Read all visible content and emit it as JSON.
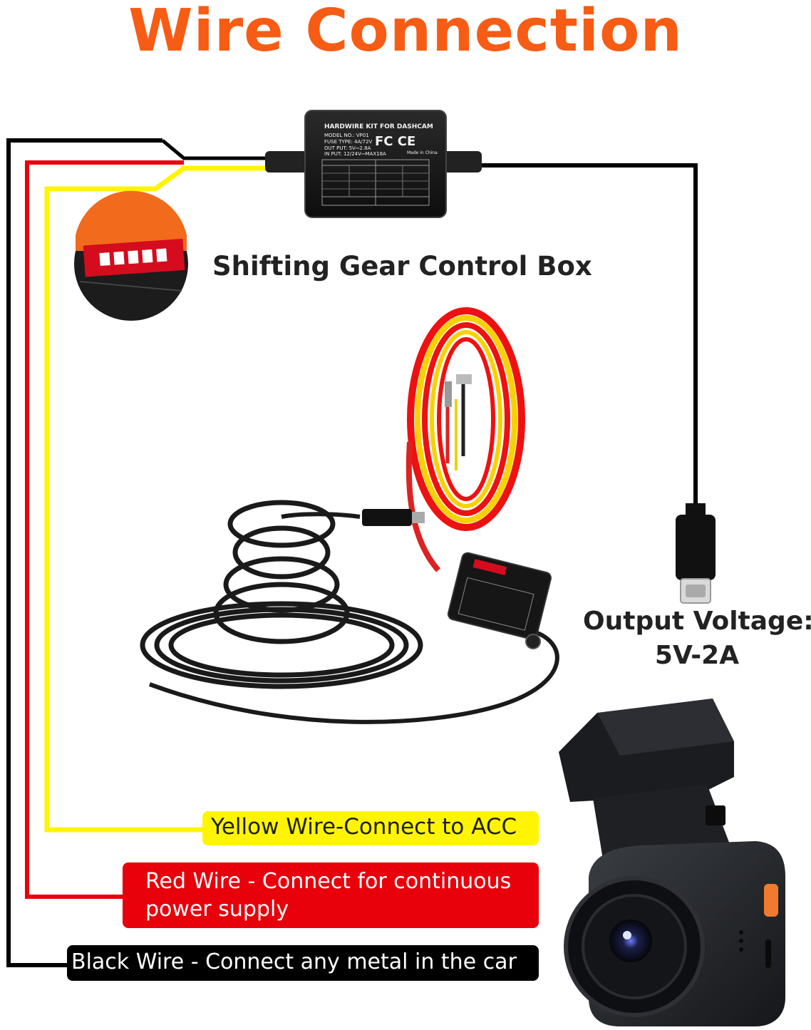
{
  "title": "Wire Connection",
  "control_box_label": "Shifting Gear Control Box",
  "output_label": {
    "line1": "Output Voltage:",
    "line2": "5V-2A"
  },
  "wire_labels": {
    "yellow": "Yellow Wire-Connect to ACC",
    "red": "Red Wire - Connect for continuous power supply",
    "black": "Black Wire - Connect any metal in the car"
  },
  "control_box_print": {
    "name": "HARDWIRE KIT FOR DASHCAM",
    "model": "MODEL NO.: VP01",
    "fuse": "FUSE TYPE: 4A/72V",
    "output": "OUT PUT: 5V⎓2.8A",
    "input": "IN PUT: 12/24V⎓MAX18A",
    "origin": "Made in China",
    "marks": "FC CE"
  },
  "colors": {
    "title_orange": "#f75c14",
    "wire_black": "#000000",
    "wire_red": "#e8000b",
    "wire_yellow": "#fff500"
  }
}
